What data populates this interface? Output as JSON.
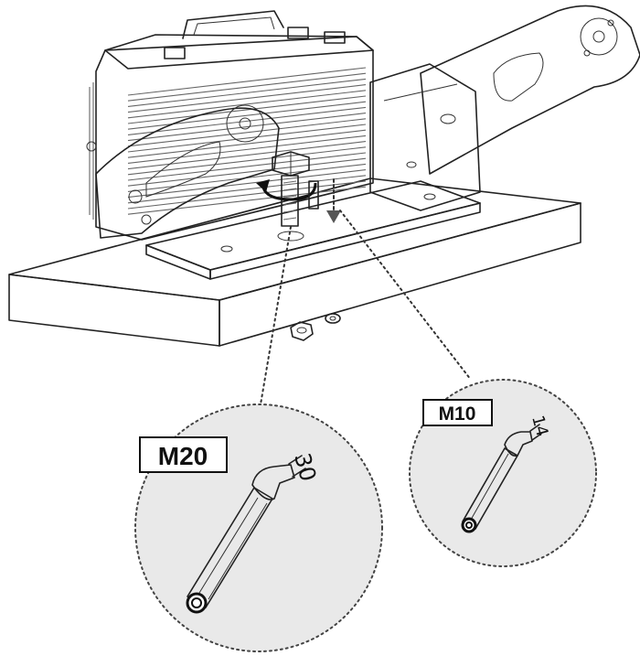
{
  "detail_left": {
    "bolt_size": "M20",
    "wrench_size": "30"
  },
  "detail_right": {
    "bolt_size": "M10",
    "wrench_size": "14"
  }
}
